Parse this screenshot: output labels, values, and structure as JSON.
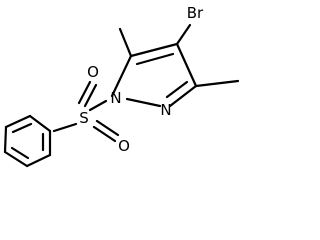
{
  "molecule": {
    "atoms": {
      "bromine": "Br",
      "nitrogen_1": "N",
      "nitrogen_2": "N",
      "sulfur": "S",
      "oxygen_top": "O",
      "oxygen_bottom": "O"
    }
  }
}
